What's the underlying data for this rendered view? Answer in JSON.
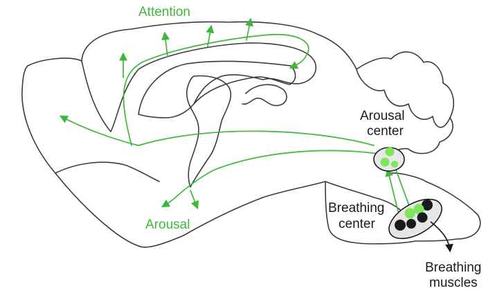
{
  "labels": {
    "attention": "Attention",
    "arousal": "Arousal",
    "arousal_center_line1": "Arousal",
    "arousal_center_line2": "center",
    "breathing_center_line1": "Breathing",
    "breathing_center_line2": "center",
    "breathing_muscles_line1": "Breathing",
    "breathing_muscles_line2": "muscles"
  },
  "colors": {
    "pathway": "#3cb83c",
    "outline": "#3a3a3a",
    "neuron_active": "#7ee65a",
    "neuron_inactive": "#1a1a1a"
  }
}
